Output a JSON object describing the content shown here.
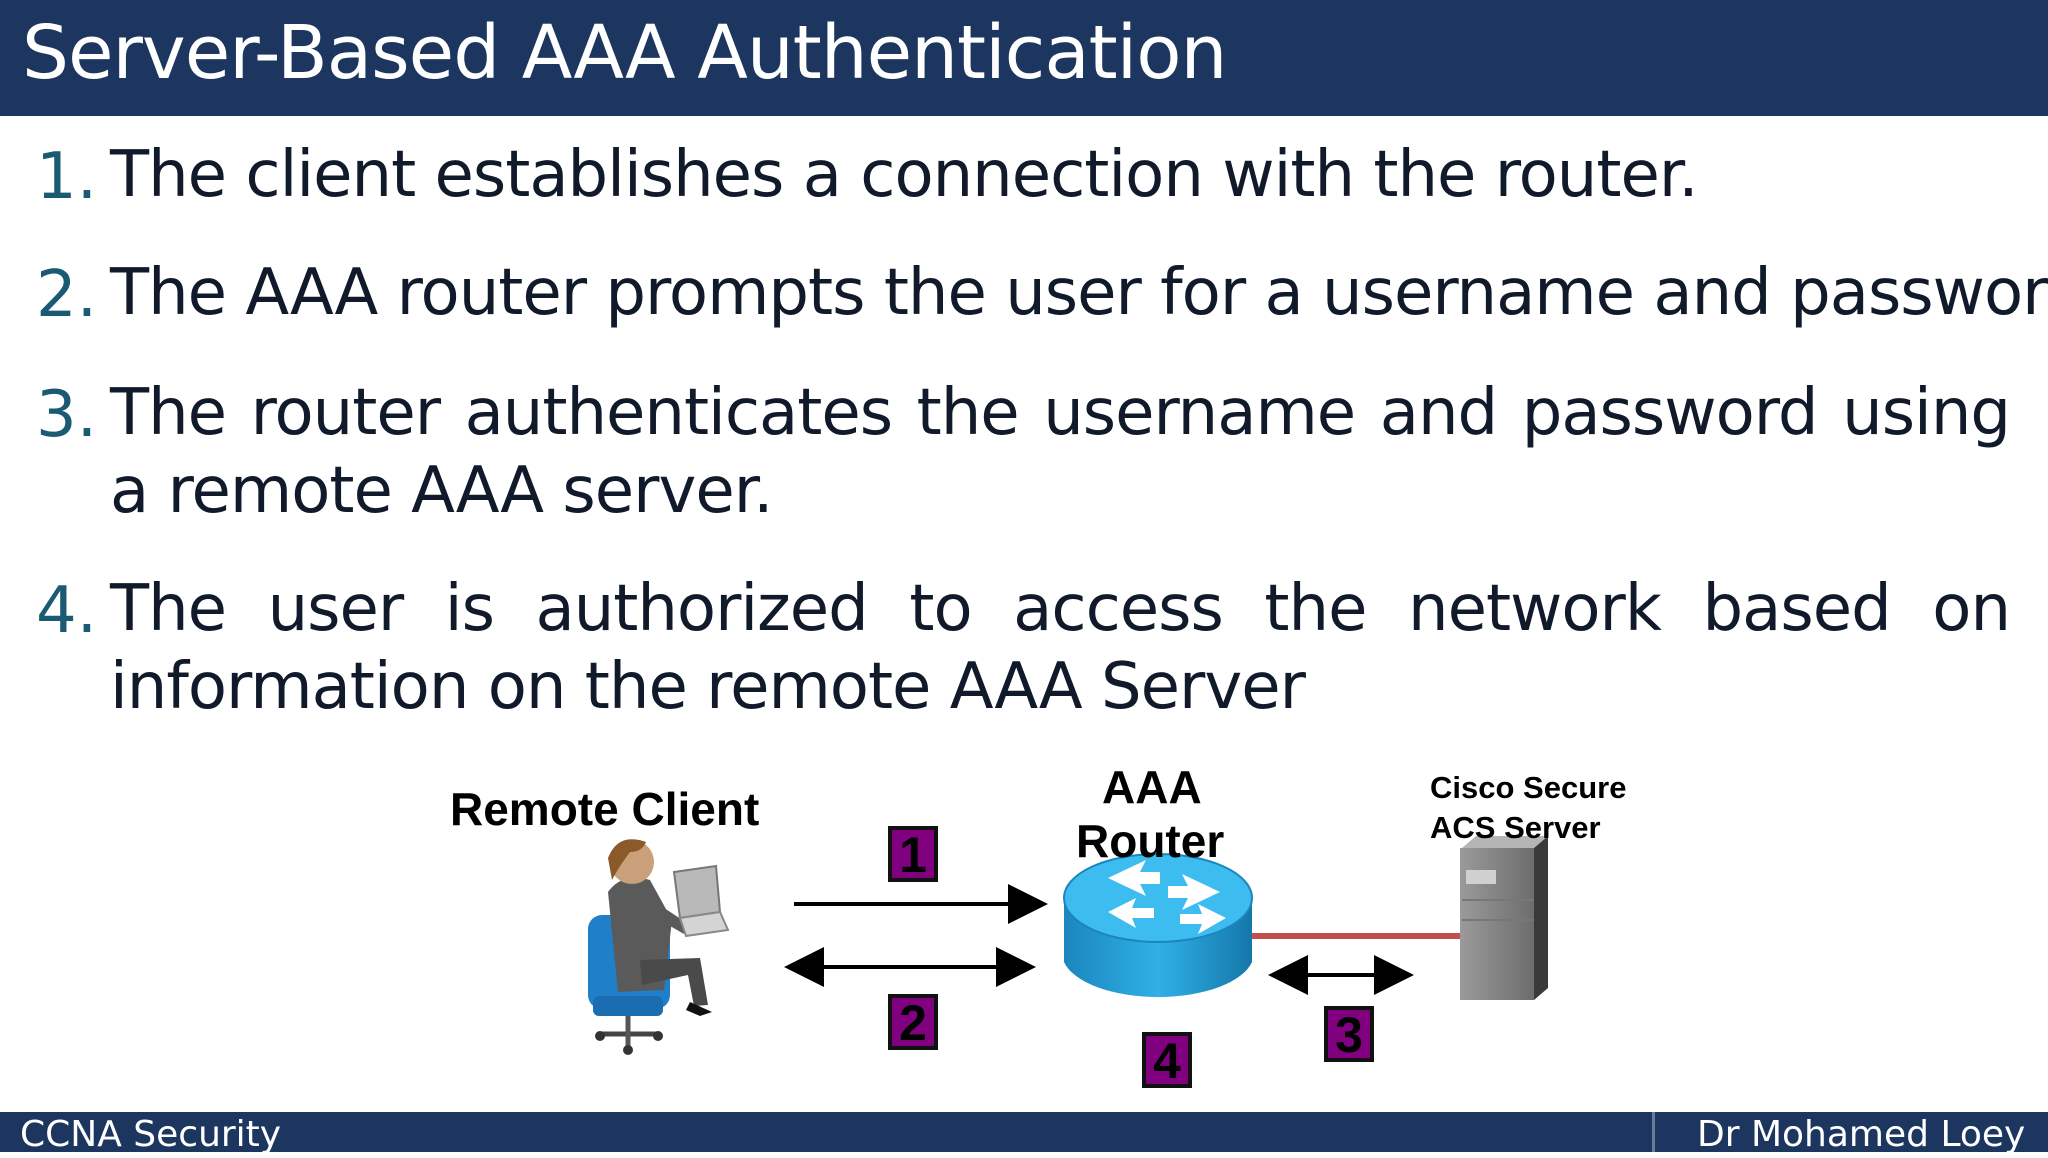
{
  "title": "Server-Based AAA Authentication",
  "steps": [
    {
      "number": "1.",
      "text": "The client establishes a connection with the router."
    },
    {
      "number": "2.",
      "text": "The AAA router prompts the user for a username and password."
    },
    {
      "number": "3.",
      "text": "The router authenticates the username and password using a remote AAA server."
    },
    {
      "number": "4.",
      "text": "The user is authorized to access the network based on information on the remote AAA Server"
    }
  ],
  "diagram": {
    "client_label": "Remote Client",
    "router_label_1": "AAA",
    "router_label_2": "Router",
    "server_label_1": "Cisco Secure",
    "server_label_2": "ACS Server",
    "badges": [
      "1",
      "2",
      "3",
      "4"
    ],
    "colors": {
      "badge": "#800080",
      "router": "#2ea6dc",
      "link": "#c0504d",
      "server": "#8a8a8a"
    }
  },
  "footer": {
    "left": "CCNA Security",
    "right": "Dr Mohamed Loey"
  }
}
